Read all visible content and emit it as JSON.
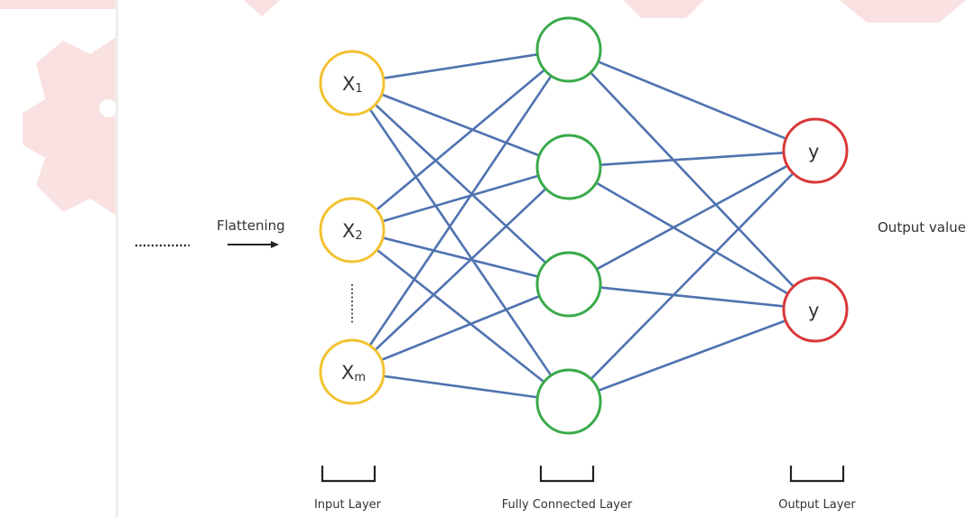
{
  "diagram": {
    "flatten_label": "Flattening",
    "output_label": "Output value",
    "layers": [
      {
        "caption": "Input Layer"
      },
      {
        "caption": "Fully Connected Layer"
      },
      {
        "caption": "Output Layer"
      }
    ],
    "input_nodes": [
      {
        "base": "X",
        "sub": "1"
      },
      {
        "base": "X",
        "sub": "2"
      },
      {
        "base": "X",
        "sub": "m"
      }
    ],
    "output_nodes": [
      {
        "label": "y"
      },
      {
        "label": "y"
      }
    ],
    "colors": {
      "input_node": "#f2c230",
      "hidden_node": "#3aaa4a",
      "output_node": "#d9383a",
      "edge": "#4f73b0",
      "watermark": "#f6c9c9"
    }
  }
}
